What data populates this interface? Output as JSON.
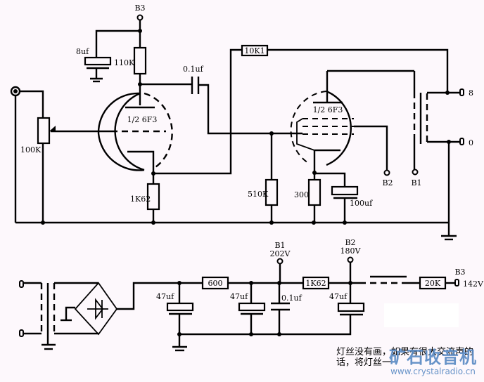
{
  "diagram": {
    "type": "tube amplifier schematic",
    "tubes": [
      {
        "id": "V1",
        "label": "1/2 6F3",
        "kind": "triode"
      },
      {
        "id": "V2",
        "label": "1/2 6F3",
        "kind": "pentode"
      }
    ],
    "amplifier": {
      "b3_top": "B3",
      "c_8uf": "8uf",
      "r_110k": "110K",
      "c_01uf": "0.1uf",
      "r_10k1": "10K1",
      "pot_100k": "100K",
      "r_1k62": "1K62",
      "r_510k": "510K",
      "r_300": "300",
      "c_100uf": "100uf",
      "b2": "B2",
      "b1": "B1",
      "out_8": "8",
      "out_0": "0"
    },
    "power_supply": {
      "r_600": "600",
      "c1": "47uf",
      "c2": "47uf",
      "c3": "0.1uf",
      "c4": "47uf",
      "r_1k62": "1K62",
      "r_20k": "20K",
      "b1": {
        "label": "B1",
        "voltage": "202V"
      },
      "b2": {
        "label": "B2",
        "voltage": "180V"
      },
      "b3": {
        "label": "B3",
        "voltage": "142V"
      }
    },
    "note_lines": [
      "灯丝没有画，如果有很大交流声的",
      "话，将灯丝一"
    ],
    "watermark": {
      "title": "矿石收音机",
      "url": "www.crystalradio.cn"
    }
  }
}
